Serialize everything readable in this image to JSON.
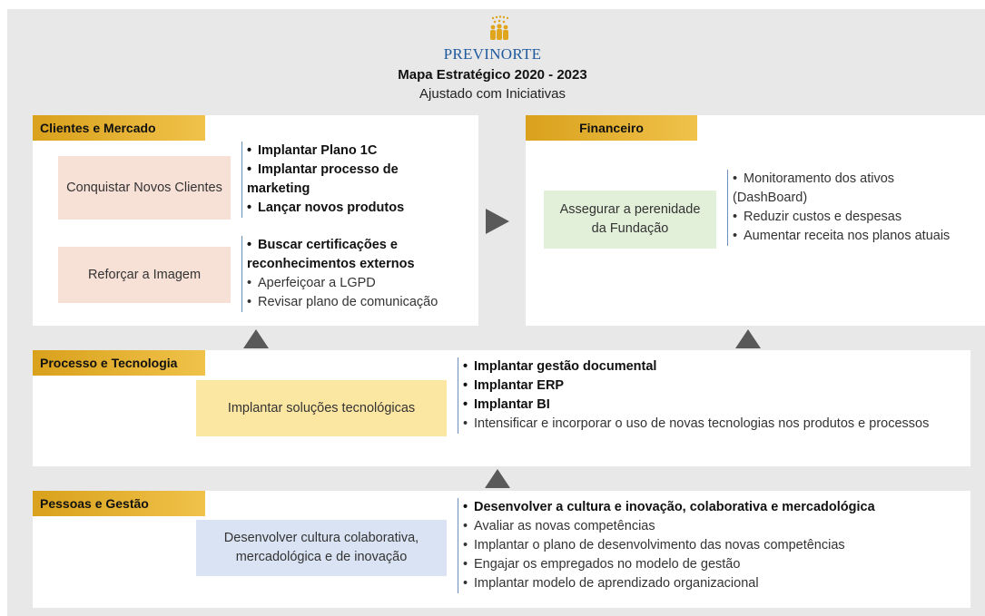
{
  "header": {
    "brand": "PREVINORTE",
    "title": "Mapa Estratégico 2020 - 2023",
    "subtitle": "Ajustado com Iniciativas"
  },
  "colors": {
    "tag": "#e6b02e",
    "goal_peach": "#f7e1d7",
    "goal_green": "#e2f0d9",
    "goal_yellow": "#fbe6a2",
    "goal_blue": "#dae3f3",
    "brand": "#1f5a9e"
  },
  "clientes": {
    "tag": "Clientes e Mercado",
    "goal1": "Conquistar Novos Clientes",
    "goal1_items": [
      {
        "text": "Implantar Plano 1C",
        "bold": true
      },
      {
        "text": "Implantar processo de marketing",
        "bold": true
      },
      {
        "text": "Lançar novos produtos",
        "bold": true
      }
    ],
    "goal2": "Reforçar a Imagem",
    "goal2_items": [
      {
        "text": "Buscar certificações e reconhecimentos externos",
        "bold": true
      },
      {
        "text": "Aperfeiçoar a LGPD",
        "bold": false
      },
      {
        "text": "Revisar plano de comunicação",
        "bold": false
      }
    ]
  },
  "financeiro": {
    "tag": "Financeiro",
    "goal": "Assegurar a perenidade da Fundação",
    "items": [
      {
        "text": "Monitoramento dos ativos (DashBoard)",
        "bold": false
      },
      {
        "text": "Reduzir custos e despesas",
        "bold": false
      },
      {
        "text": "Aumentar receita nos planos atuais",
        "bold": false
      }
    ]
  },
  "processo": {
    "tag": "Processo e Tecnologia",
    "goal": "Implantar soluções tecnológicas",
    "items": [
      {
        "text": "Implantar gestão documental",
        "bold": true
      },
      {
        "text": "Implantar ERP",
        "bold": true
      },
      {
        "text": "Implantar BI",
        "bold": true
      },
      {
        "text": "Intensificar e incorporar o uso de novas tecnologias nos produtos e processos",
        "bold": false
      }
    ]
  },
  "pessoas": {
    "tag": "Pessoas e Gestão",
    "goal": "Desenvolver cultura colaborativa, mercadológica e de inovação",
    "items": [
      {
        "text": "Desenvolver a cultura e inovação, colaborativa e mercadológica",
        "bold": true
      },
      {
        "text": "Avaliar as novas competências",
        "bold": false
      },
      {
        "text": "Implantar o plano de desenvolvimento das novas competências",
        "bold": false
      },
      {
        "text": "Engajar os empregados no modelo de gestão",
        "bold": false
      },
      {
        "text": "Implantar modelo de aprendizado organizacional",
        "bold": false
      }
    ]
  }
}
